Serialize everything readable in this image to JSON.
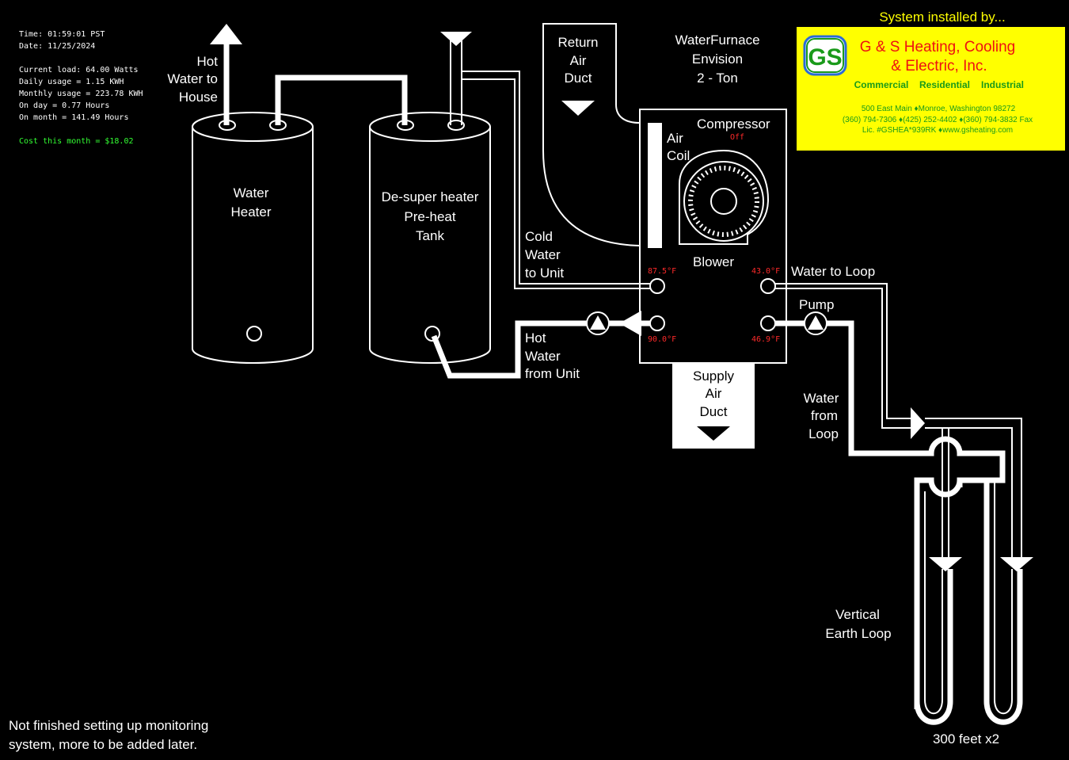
{
  "status": {
    "time": "Time: 01:59:01 PST",
    "date": "Date: 11/25/2024",
    "current_load": "Current load: 64.00 Watts",
    "daily_usage": "Daily usage = 1.15 KWH",
    "monthly_usage": "Monthly usage = 223.78 KWH",
    "on_day": "On day = 0.77 Hours",
    "on_month": "On month = 141.49 Hours",
    "cost_month": "Cost this month = $18.02"
  },
  "labels": {
    "hot_water_to_house": [
      "Hot",
      "Water to",
      "House"
    ],
    "water_heater": [
      "Water",
      "Heater"
    ],
    "desuper": [
      "De-super heater",
      "Pre-heat",
      "Tank"
    ],
    "cold_water_to_unit": [
      "Cold",
      "Water",
      "to Unit"
    ],
    "hot_water_from_unit": [
      "Hot",
      "Water",
      "from Unit"
    ],
    "return_air_duct": [
      "Return",
      "Air",
      "Duct"
    ],
    "unit_model": [
      "WaterFurnace",
      "Envision",
      "2 - Ton"
    ],
    "air_coil": [
      "Air",
      "Coil"
    ],
    "compressor": "Compressor",
    "compressor_state": "Off",
    "blower": "Blower",
    "supply_air_duct": [
      "Supply",
      "Air",
      "Duct"
    ],
    "water_to_loop": "Water to Loop",
    "pump": "Pump",
    "water_from_loop": [
      "Water",
      "from",
      "Loop"
    ],
    "vertical_earth_loop": [
      "Vertical",
      "Earth Loop"
    ],
    "loop_depth": "300 feet x2"
  },
  "temperatures": {
    "cold_in": "87.5°F",
    "hot_out": "90.0°F",
    "loop_out": "43.0°F",
    "loop_in": "46.9°F"
  },
  "installer": {
    "header": "System installed by...",
    "logo_text": "GS",
    "name_line1": "G & S Heating, Cooling",
    "name_line2": "& Electric, Inc.",
    "segments": [
      "Commercial",
      "Residential",
      "Industrial"
    ],
    "address": "500 East Main ♦Monroe, Washington 98272",
    "phones": "(360) 794-7306 ♦(425) 252-4402 ♦(360) 794-3832 Fax",
    "license": "Lic. #GSHEA*939RK ♦www.gsheating.com",
    "colors": {
      "panel": "#ffff00",
      "name": "#ee1111",
      "details": "#1a9a1a"
    }
  },
  "footer_note": [
    "Not finished setting up monitoring",
    "system, more to be added later."
  ],
  "colors": {
    "background": "#000000",
    "lines": "#ffffff",
    "temperature": "#ff2a2a",
    "cost": "#33ff33"
  }
}
